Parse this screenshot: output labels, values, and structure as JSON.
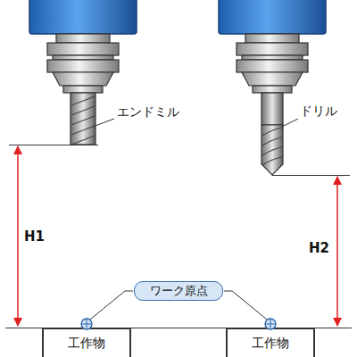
{
  "diagram": {
    "nodes": [
      {
        "text": [
          "ワーク原点"
        ]
      },
      {
        "text": [
          "工作物"
        ]
      },
      {
        "text": [
          "工作物"
        ]
      }
    ],
    "labels": [
      "エンドミル",
      "ドリル",
      "H1",
      "H2"
    ]
  }
}
